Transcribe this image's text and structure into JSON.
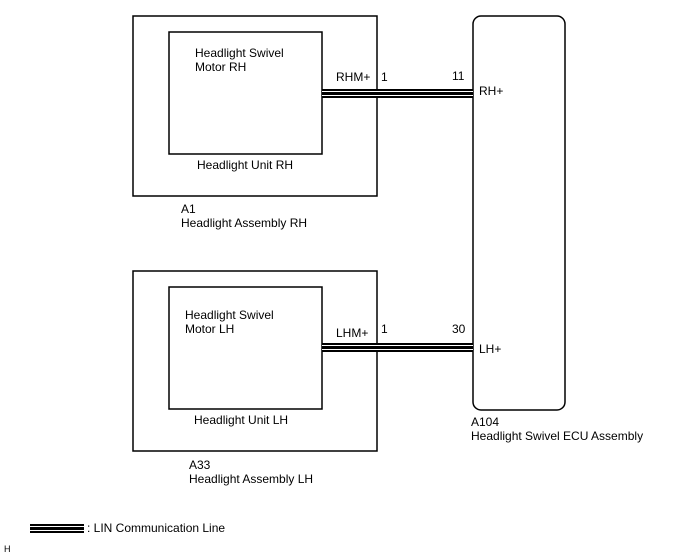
{
  "rh": {
    "motor_line1": "Headlight Swivel",
    "motor_line2": "Motor RH",
    "unit_label": "Headlight Unit RH",
    "terminal_label": "RHM+",
    "terminal_pin": "1",
    "connector_code": "A1",
    "assembly_name": "Headlight Assembly RH"
  },
  "lh": {
    "motor_line1": "Headlight Swivel",
    "motor_line2": "Motor LH",
    "unit_label": "Headlight Unit LH",
    "terminal_label": "LHM+",
    "terminal_pin": "1",
    "connector_code": "A33",
    "assembly_name": "Headlight Assembly LH"
  },
  "ecu": {
    "rh_pin": "11",
    "rh_terminal": "RH+",
    "lh_pin": "30",
    "lh_terminal": "LH+",
    "connector_code": "A104",
    "name": "Headlight Swivel ECU Assembly"
  },
  "legend": {
    "label": ": LIN Communication Line"
  },
  "footer_mark": "H"
}
